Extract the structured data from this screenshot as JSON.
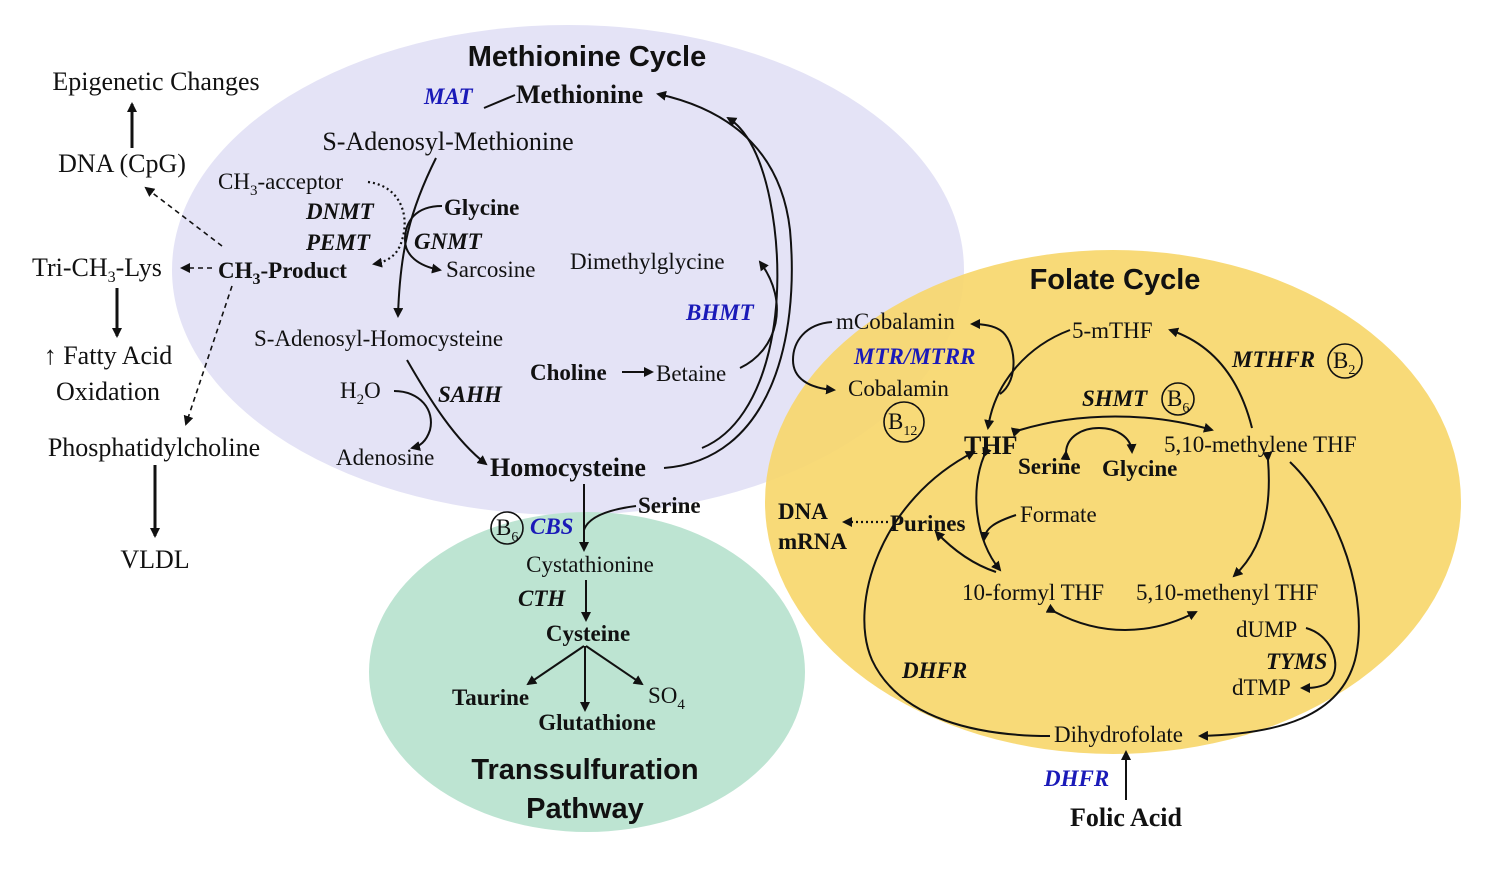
{
  "colors": {
    "methionine_cycle": "#e4e3f6",
    "folate_cycle": "#f8d76e",
    "transsulfuration": "#bde4d2",
    "blue_enzyme": "#1a1ab8",
    "text": "#111111"
  },
  "titles": {
    "methionine": "Methionine Cycle",
    "folate": "Folate Cycle",
    "transsulfuration_1": "Transsulfuration",
    "transsulfuration_2": "Pathway"
  },
  "left": {
    "epigenetic": "Epigenetic Changes",
    "dna_cpg": "DNA (CpG)",
    "tri_ch3_lys_a": "Tri-CH",
    "tri_ch3_lys_sub": "3",
    "tri_ch3_lys_b": "-Lys",
    "fatty_acid": "↑ Fatty Acid",
    "oxidation": "Oxidation",
    "phosphatidylcholine": "Phosphatidylcholine",
    "vldl": "VLDL"
  },
  "methionine": {
    "mat": "MAT",
    "methionine": "Methionine",
    "sam": "S-Adenosyl-Methionine",
    "ch3_acceptor_a": "CH",
    "ch3_acceptor_sub": "3",
    "ch3_acceptor_b": "-acceptor",
    "dnmt": "DNMT",
    "pemt": "PEMT",
    "ch3_product_a": "CH",
    "ch3_product_sub": "3",
    "ch3_product_b": "-Product",
    "glycine": "Glycine",
    "gnmt": "GNMT",
    "sarcosine": "Sarcosine",
    "dimethylglycine": "Dimethylglycine",
    "bhmt": "BHMT",
    "sah": "S-Adenosyl-Homocysteine",
    "choline": "Choline",
    "betaine": "Betaine",
    "h2o_a": "H",
    "h2o_sub": "2",
    "h2o_b": "O",
    "sahh": "SAHH",
    "adenosine": "Adenosine",
    "homocysteine": "Homocysteine"
  },
  "transsulfuration": {
    "b6": "B",
    "b6_sub": "6",
    "cbs": "CBS",
    "serine": "Serine",
    "cystathionine": "Cystathionine",
    "cth": "CTH",
    "cysteine": "Cysteine",
    "taurine": "Taurine",
    "so4_a": "SO",
    "so4_sub": "4",
    "glutathione": "Glutathione"
  },
  "folate": {
    "mcobalamin": "mCobalamin",
    "mtr_mtrr": "MTR/MTRR",
    "cobalamin": "Cobalamin",
    "b12": "B",
    "b12_sub": "12",
    "five_mthf": "5-mTHF",
    "mthfr": "MTHFR",
    "b2": "B",
    "b2_sub": "2",
    "shmt": "SHMT",
    "b6": "B",
    "b6_sub": "6",
    "thf": "THF",
    "serine": "Serine",
    "glycine": "Glycine",
    "methylene_thf": "5,10-methylene THF",
    "dna": "DNA",
    "mrna": "mRNA",
    "purines": "Purines",
    "formate": "Formate",
    "formyl_thf": "10-formyl THF",
    "methenyl_thf": "5,10-methenyl THF",
    "dump": "dUMP",
    "tyms": "TYMS",
    "dtmp": "dTMP",
    "dhfr_inner": "DHFR",
    "dihydrofolate": "Dihydrofolate",
    "dhfr_blue": "DHFR",
    "folic_acid": "Folic Acid"
  }
}
